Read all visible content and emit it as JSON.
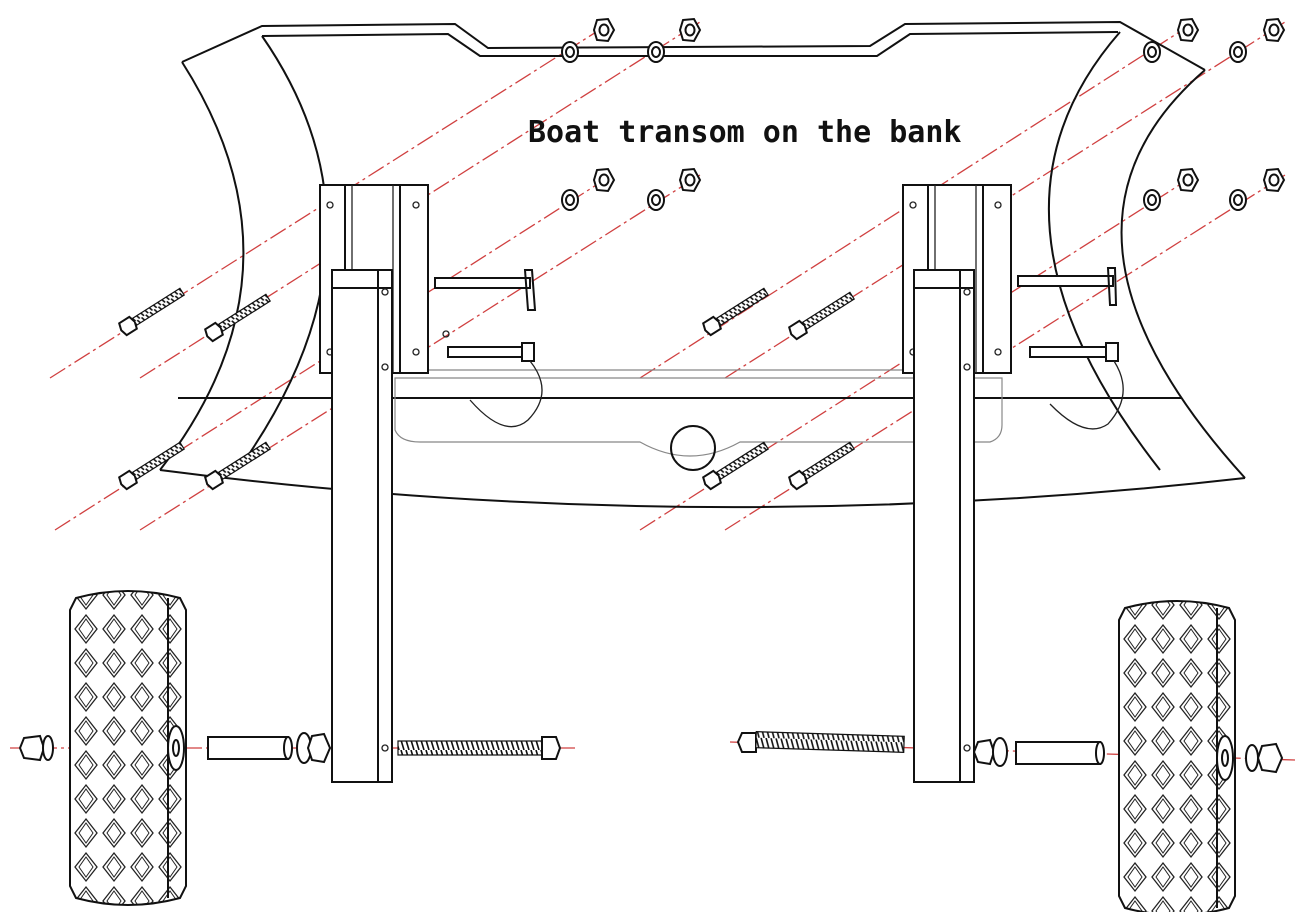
{
  "diagram": {
    "title": "Boat transom on the bank"
  },
  "colors": {
    "line": "#111111",
    "centerline": "#d04040",
    "background": "#ffffff"
  },
  "parts": {
    "transom": "boat-transom-outline",
    "brackets": [
      "left-mount-bracket",
      "right-mount-bracket"
    ],
    "legs": [
      "left-wheel-leg",
      "right-wheel-leg"
    ],
    "wheels": [
      "left-wheel",
      "right-wheel"
    ]
  }
}
